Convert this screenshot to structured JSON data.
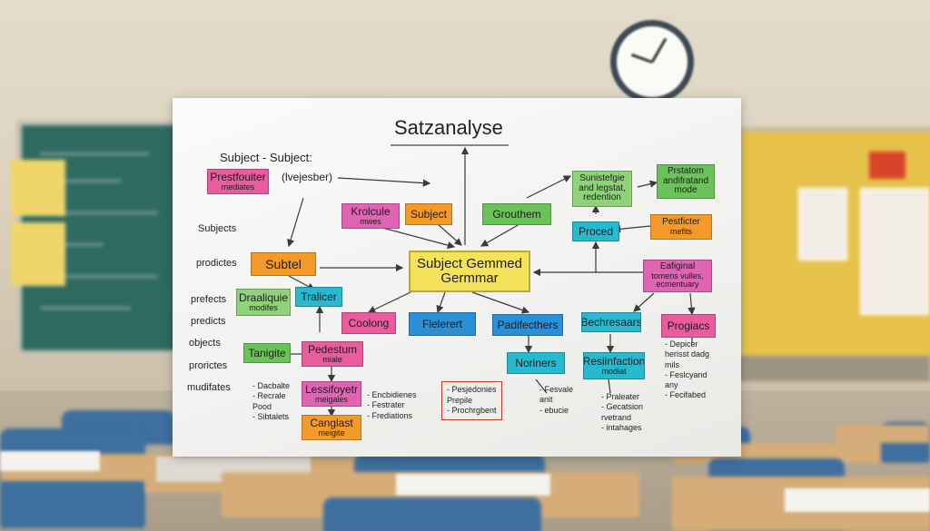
{
  "poster": {
    "title": "Satzanalyse",
    "heading": "Subject - Subject:",
    "left_labels": [
      "Subjects",
      "prodictes",
      "prefects",
      "predicts",
      "objects",
      "prorictes",
      "mudifates"
    ],
    "boxes": {
      "prestfouter": {
        "line1": "Prestfouiter",
        "line2": "mediates",
        "color": "#e95d9e"
      },
      "ivejesber": {
        "text": "(lvejesber)"
      },
      "krolcule": {
        "line1": "Krolcule",
        "line2": "mwes",
        "color": "#e063b4"
      },
      "subject": {
        "text": "Subject",
        "color": "#f39a2b"
      },
      "grouthem": {
        "text": "Grouthem",
        "color": "#6cc25a"
      },
      "sunistefgie": {
        "line1": "Sunistefgie",
        "line2": "and legstat,",
        "line3": "redention",
        "color": "#8fd27a"
      },
      "prstatom": {
        "line1": "Prstatom",
        "line2": "andifratand",
        "line3": "mode",
        "color": "#6cc25a"
      },
      "proced": {
        "text": "Proced",
        "color": "#29b9cf"
      },
      "pestficter": {
        "line1": "Pestficter",
        "line2": "mefits",
        "color": "#f39a2b"
      },
      "subtel": {
        "text": "Subtel",
        "color": "#f39a2b"
      },
      "central_line1": "Subject Gemmed",
      "central_line2": "Germmar",
      "central_color": "#f4e25a",
      "eafiginal": {
        "line1": "Eafiginal",
        "line2": "tomens vulles,",
        "line3": "ecmentuary",
        "color": "#e063b4"
      },
      "draaliquie": {
        "line1": "Draaliquie",
        "line2": "modifes",
        "color": "#8fd27a"
      },
      "tralicer": {
        "text": "Tralicer",
        "color": "#29b9cf"
      },
      "coolong": {
        "text": "Coolong",
        "color": "#e95d9e"
      },
      "flelerert": {
        "text": "Flelerert",
        "color": "#2a8fd6"
      },
      "padifecthers": {
        "text": "Padifecthers",
        "color": "#2a8fd6"
      },
      "bechresaars": {
        "text": "Bechresaars",
        "color": "#29b9cf"
      },
      "progiacs": {
        "text": "Progiacs",
        "color": "#e95d9e"
      },
      "tanigite": {
        "text": "Tanigite",
        "color": "#6cc25a"
      },
      "pedestum": {
        "line1": "Pedestum",
        "line2": "miale",
        "color": "#e95d9e"
      },
      "noriners": {
        "text": "Noriners",
        "color": "#29b9cf"
      },
      "resiinfaction": {
        "line1": "Resiinfaction",
        "line2": "modiat",
        "color": "#29b9cf"
      },
      "lessifoyetr": {
        "line1": "Lessifoyetr",
        "line2": "meigales",
        "color": "#e063b4"
      },
      "canglast": {
        "line1": "Canglast",
        "line2": "meigite",
        "color": "#f39a2b"
      }
    },
    "notes": {
      "dacbalte": [
        "- Dacbalte",
        "- Recrale",
        "  Pood",
        "- Sibtalets"
      ],
      "encbidienes": [
        "- Encbidienes",
        "- Festrater",
        "- Frediations"
      ],
      "pesjedonies": [
        "- Pesjedonies",
        "  Prepile",
        "- Prochrgbent"
      ],
      "fesvale": [
        "- Fesvale",
        "  anit",
        "- ebucie"
      ],
      "praleater": [
        "- Praleater",
        "- Gecatsion",
        "  rvetrand",
        "- intahages"
      ],
      "depicer": [
        "- Depicer",
        "  herisst dadg",
        "  mils",
        "- Feslcyand",
        "  any",
        "- Fecifabed"
      ]
    }
  },
  "colors": {
    "arrow": "#3a3a3a",
    "central_border": "#b9a93a"
  }
}
